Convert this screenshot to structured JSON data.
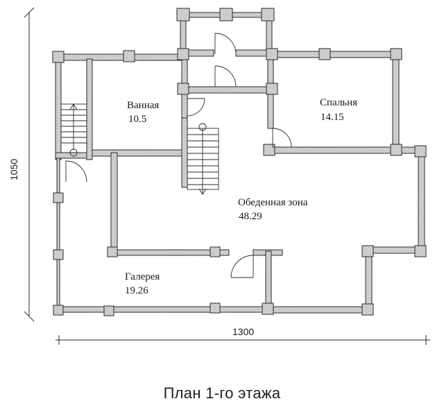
{
  "title": "План 1-го этажа",
  "dimensions": {
    "width": "1300",
    "height": "1050"
  },
  "rooms": [
    {
      "id": "bathroom",
      "name": "Ванная",
      "area": "10.5"
    },
    {
      "id": "bedroom",
      "name": "Спальня",
      "area": "14.15"
    },
    {
      "id": "dining",
      "name": "Обеденная зона",
      "area": "48.29"
    },
    {
      "id": "gallery",
      "name": "Галерея",
      "area": "19.26"
    }
  ],
  "colors": {
    "line": "#2a2a2a",
    "wall_fill": "#d4d4d4",
    "paper": "#ffffff"
  }
}
